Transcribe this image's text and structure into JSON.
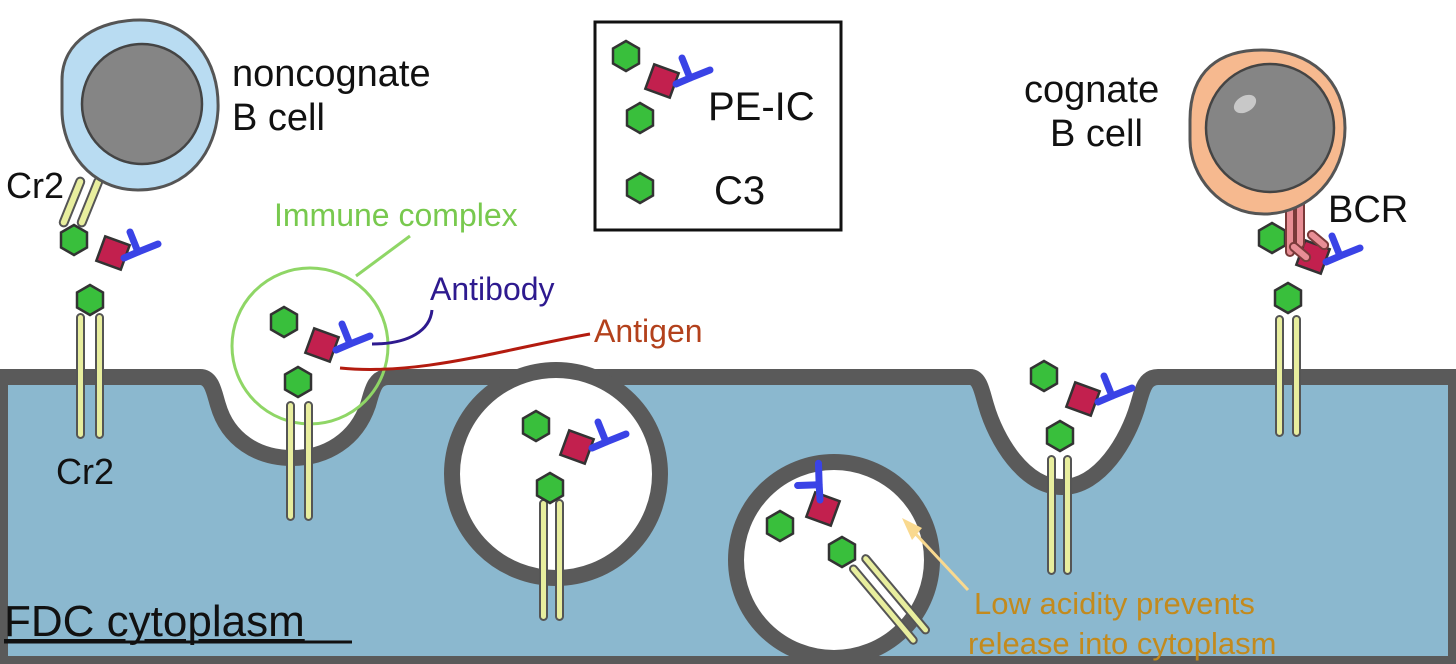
{
  "labels": {
    "noncognate_line1": "noncognate",
    "noncognate_line2": "B cell",
    "cr2_top": "Cr2",
    "cr2_bottom": "Cr2",
    "immune_complex": "Immune complex",
    "antibody": "Antibody",
    "antigen": "Antigen",
    "cognate_line1": "cognate",
    "cognate_line2": "B cell",
    "bcr": "BCR",
    "acidity_line1": "Low acidity prevents",
    "acidity_line2": "release into cytoplasm",
    "fdc_cytoplasm": "FDC cytoplasm"
  },
  "legend": {
    "pe_ic": "PE-IC",
    "c3": "C3"
  },
  "colors": {
    "cytoplasm": "#8bb8cf",
    "membrane": "#5a5a5a",
    "c3_green": "#39bf3c",
    "antigen_red": "#c2204e",
    "antibody_blue": "#3a43e6",
    "receptor_yellow": "#e8ee9e",
    "immune_complex_label": "#78c94e",
    "antibody_label": "#2e1a8f",
    "antigen_label": "#b3411c",
    "acidity_label": "#c38a1d",
    "noncognate_cell": "#b9dcf2",
    "cognate_cell": "#f6b98f",
    "bcr_pink": "#e88e95"
  }
}
